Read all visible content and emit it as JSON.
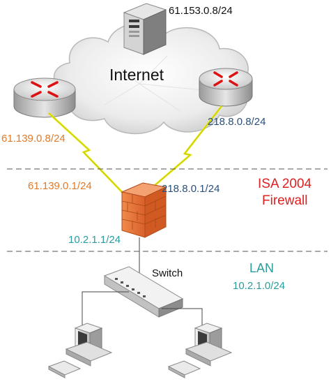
{
  "cloud": {
    "label": "Internet"
  },
  "server": {
    "network": "61.153.0.8/24"
  },
  "routers": {
    "left": {
      "network": "61.139.0.8/24"
    },
    "right": {
      "network": "218.8.0.8/24"
    }
  },
  "firewall": {
    "left_ip": "61.139.0.1/24",
    "right_ip": "218.8.0.1/24",
    "inside_ip": "10.2.1.1/24",
    "title_line1": "ISA 2004",
    "title_line2": "Firewall"
  },
  "switch": {
    "label": "Switch"
  },
  "lan": {
    "label": "LAN",
    "network": "10.2.1.0/24"
  },
  "colors": {
    "orange": "#e07b2a",
    "blue": "#2b4f7a",
    "teal": "#2a9c9c",
    "red": "#e02020",
    "firewall": "#e8743a",
    "lightning": "#e8ec20"
  }
}
